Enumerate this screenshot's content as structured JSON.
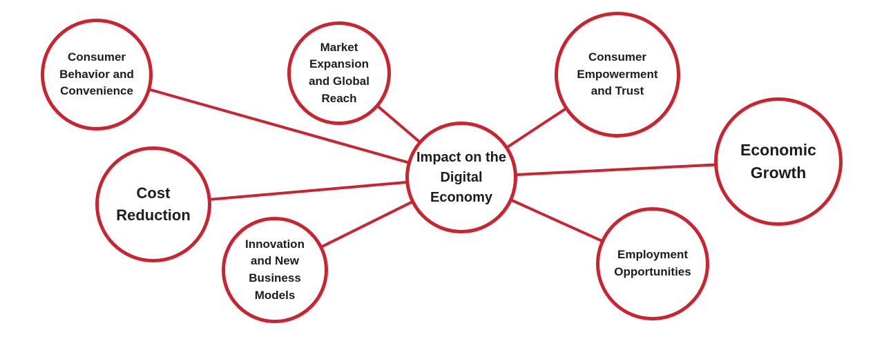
{
  "diagram": {
    "accent_color": "#cb2431",
    "text_color": "#1d1d1d",
    "background_color": "#ffffff",
    "center": {
      "label": "Impact on the Digital Economy"
    },
    "nodes": [
      {
        "label": "Consumer Behavior and Convenience"
      },
      {
        "label": "Market Expansion and Global Reach"
      },
      {
        "label": "Consumer Empowerment and Trust"
      },
      {
        "label": "Economic Growth"
      },
      {
        "label": "Employment Opportunities"
      },
      {
        "label": "Innovation and New Business Models"
      },
      {
        "label": "Cost Reduction"
      }
    ]
  }
}
